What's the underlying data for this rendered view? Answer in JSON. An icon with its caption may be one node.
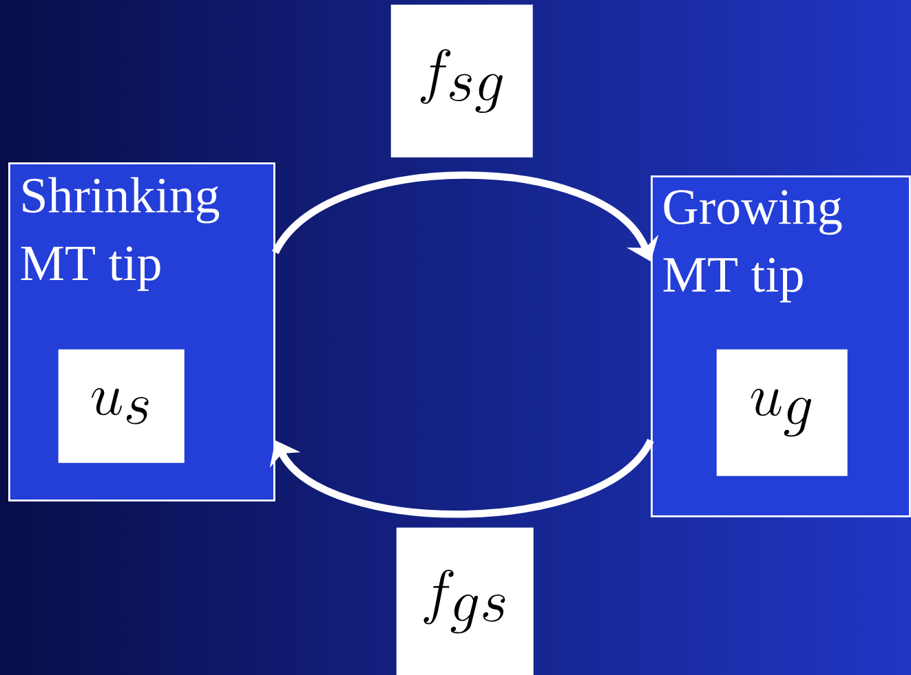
{
  "diagram": {
    "nodes": [
      {
        "text": [
          "Shrinking MT tip"
        ]
      },
      {
        "text": [
          "u_s"
        ],
        "in": 0
      },
      {
        "text": [
          "Growing MT tip"
        ]
      },
      {
        "text": [
          "u_g"
        ],
        "in": 2
      },
      {
        "text": [
          "f_{sg}"
        ]
      },
      {
        "text": [
          "f_{gs}"
        ]
      }
    ],
    "edges": [
      {
        "from": 0,
        "to": 2,
        "arrow": "to"
      },
      {
        "from": 2,
        "to": 0,
        "arrow": "to"
      }
    ]
  }
}
